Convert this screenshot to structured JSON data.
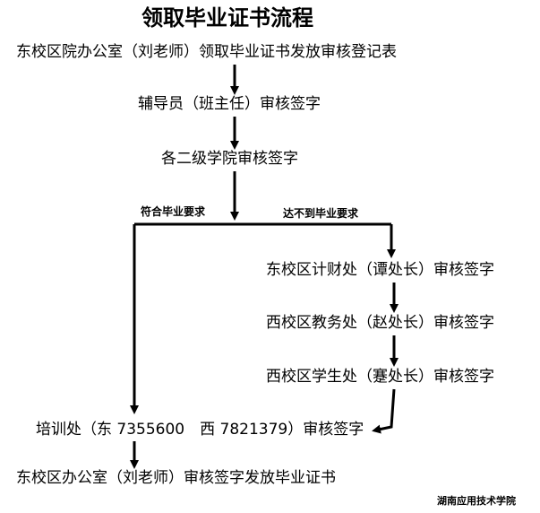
{
  "title": "领取毕业证书流程",
  "steps": [
    "东校区院办公室（刘老师）领取毕业证书发放审核登记表",
    "辅导员（班主任）审核签字",
    "各二级学院审核签字"
  ],
  "branches": {
    "qualified": "符合毕业要求",
    "unqualified": "达不到毕业要求"
  },
  "unqualified_steps": [
    "东校区计财处（谭处长）审核签字",
    "西校区教务处（赵处长）审核签字",
    "西校区学生处（蹇处长）审核签字"
  ],
  "training": "培训处（东 7355600　西 7821379）审核签字",
  "final_step": "东校区办公室（刘老师）审核签字发放毕业证书",
  "footer": "湖南应用技术学院",
  "colors": {
    "line": "#000000",
    "background": "#ffffff"
  }
}
